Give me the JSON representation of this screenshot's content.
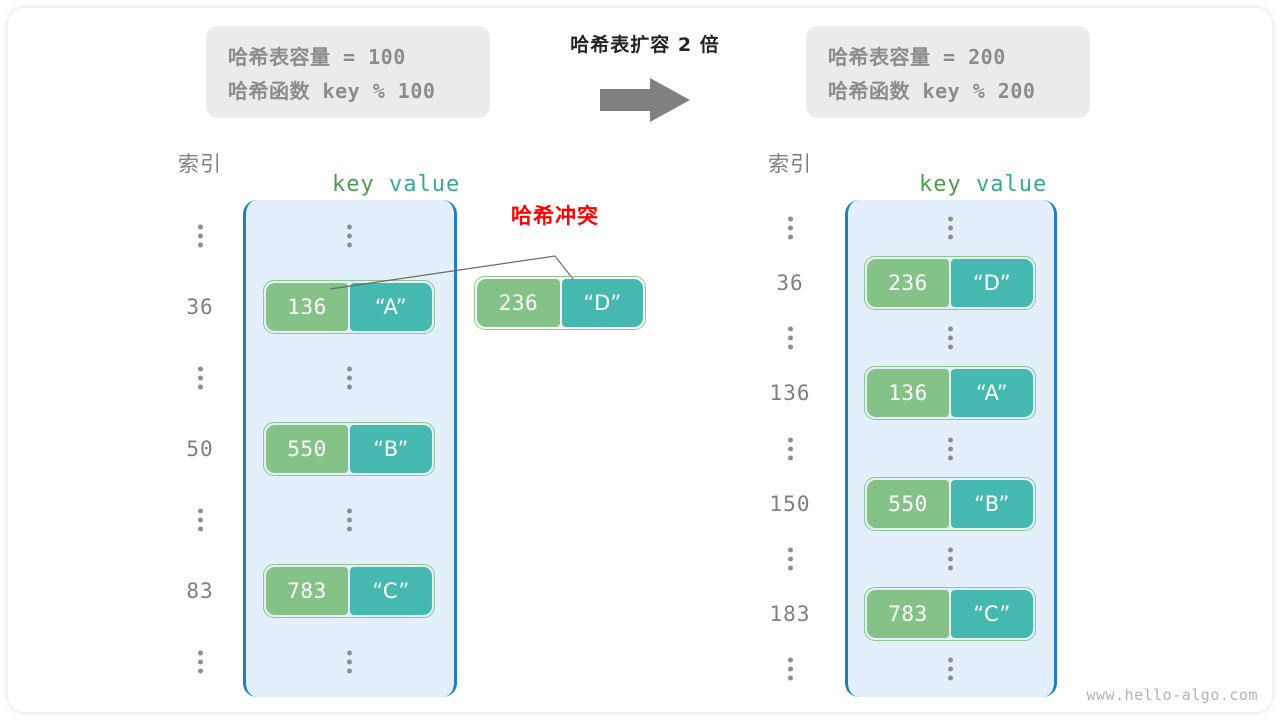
{
  "watermark": "www.hello-algo.com",
  "transform": {
    "caption": "哈希表扩容 2 倍",
    "arrow_icon": "right-arrow-icon",
    "arrow_color": "#808080"
  },
  "before": {
    "info": {
      "capacity_line": "哈希表容量 = 100",
      "hash_fn_line": "哈希函数 key % 100",
      "capacity": 100,
      "hash_function": "key % 100"
    },
    "headers": {
      "index": "索引",
      "key": "key",
      "value": "value"
    },
    "rows": [
      {
        "index": "⋮",
        "type": "ellipsis"
      },
      {
        "index": "36",
        "type": "entry",
        "key": "136",
        "value": "“A”"
      },
      {
        "index": "⋮",
        "type": "ellipsis"
      },
      {
        "index": "50",
        "type": "entry",
        "key": "550",
        "value": "“B”"
      },
      {
        "index": "⋮",
        "type": "ellipsis"
      },
      {
        "index": "83",
        "type": "entry",
        "key": "783",
        "value": "“C”"
      },
      {
        "index": "⋮",
        "type": "ellipsis"
      }
    ],
    "collision": {
      "label": "哈希冲突",
      "label_color": "#ff0000",
      "detached_entry": {
        "key": "236",
        "value": "“D”"
      }
    }
  },
  "after": {
    "info": {
      "capacity_line": "哈希表容量 = 200",
      "hash_fn_line": "哈希函数 key % 200",
      "capacity": 200,
      "hash_function": "key % 200"
    },
    "headers": {
      "index": "索引",
      "key": "key",
      "value": "value"
    },
    "rows": [
      {
        "index": "⋮",
        "type": "ellipsis"
      },
      {
        "index": "36",
        "type": "entry",
        "key": "236",
        "value": "“D”"
      },
      {
        "index": "⋮",
        "type": "ellipsis"
      },
      {
        "index": "136",
        "type": "entry",
        "key": "136",
        "value": "“A”"
      },
      {
        "index": "⋮",
        "type": "ellipsis"
      },
      {
        "index": "150",
        "type": "entry",
        "key": "550",
        "value": "“B”"
      },
      {
        "index": "⋮",
        "type": "ellipsis"
      },
      {
        "index": "183",
        "type": "entry",
        "key": "783",
        "value": "“C”"
      },
      {
        "index": "⋮",
        "type": "ellipsis"
      }
    ]
  },
  "colors": {
    "key_pill": "#84c287",
    "value_pill": "#45b8b0",
    "pair_border": "#8cc78c",
    "bucket_fill": "#e3f0fb",
    "bucket_border": "#1f7fc4",
    "info_box": "#ebebeb",
    "muted_text": "#7f7f7f"
  }
}
